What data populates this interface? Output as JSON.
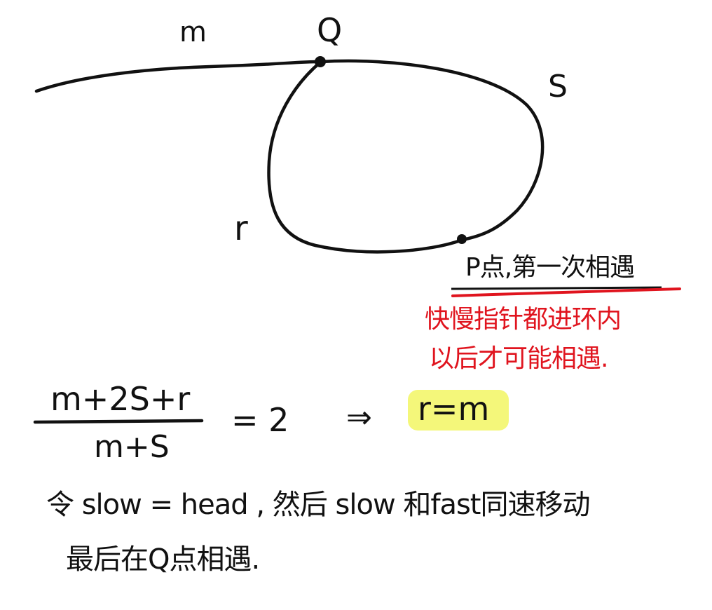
{
  "labels": {
    "m": "m",
    "q": "Q",
    "s": "S",
    "r": "r"
  },
  "p_caption": "P点,第一次相遇",
  "red_note": {
    "line1": "快慢指针都进环内",
    "line2": "以后才可能相遇."
  },
  "equation": {
    "numerator": "m+2S+r",
    "denominator": "m+S",
    "rhs": "= 2",
    "implies": "⇒",
    "result": "r=m"
  },
  "steps": {
    "line1": "令 slow = head , 然后 slow 和fast同速移动",
    "line2": "最后在Q点相遇."
  },
  "colors": {
    "ink": "#111111",
    "red": "#e0141e",
    "highlight": "#f4f77a"
  }
}
